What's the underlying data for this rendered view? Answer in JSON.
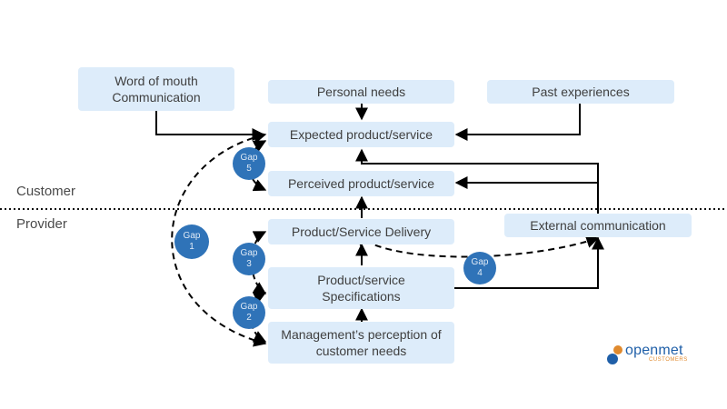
{
  "zones": {
    "customer": "Customer",
    "provider": "Provider"
  },
  "boxes": {
    "word_of_mouth": "Word of mouth\nCommunication",
    "personal_needs": "Personal needs",
    "past_experiences": "Past experiences",
    "expected": "Expected product/service",
    "perceived": "Perceived product/service",
    "delivery": "Product/Service Delivery",
    "external": "External communication",
    "specifications": "Product/service\nSpecifications",
    "management": "Management’s perception of\ncustomer needs"
  },
  "gaps": {
    "gap1": "Gap\n1",
    "gap2": "Gap\n2",
    "gap3": "Gap\n3",
    "gap4": "Gap\n4",
    "gap5": "Gap\n5"
  },
  "logo": {
    "name": "openmet",
    "subtitle": "CUSTOMERS"
  },
  "colors": {
    "box_fill": "#ddecfa",
    "gap_fill": "#2f73b8",
    "logo_text": "#1f5fa8",
    "logo_accent": "#e08a2e"
  }
}
